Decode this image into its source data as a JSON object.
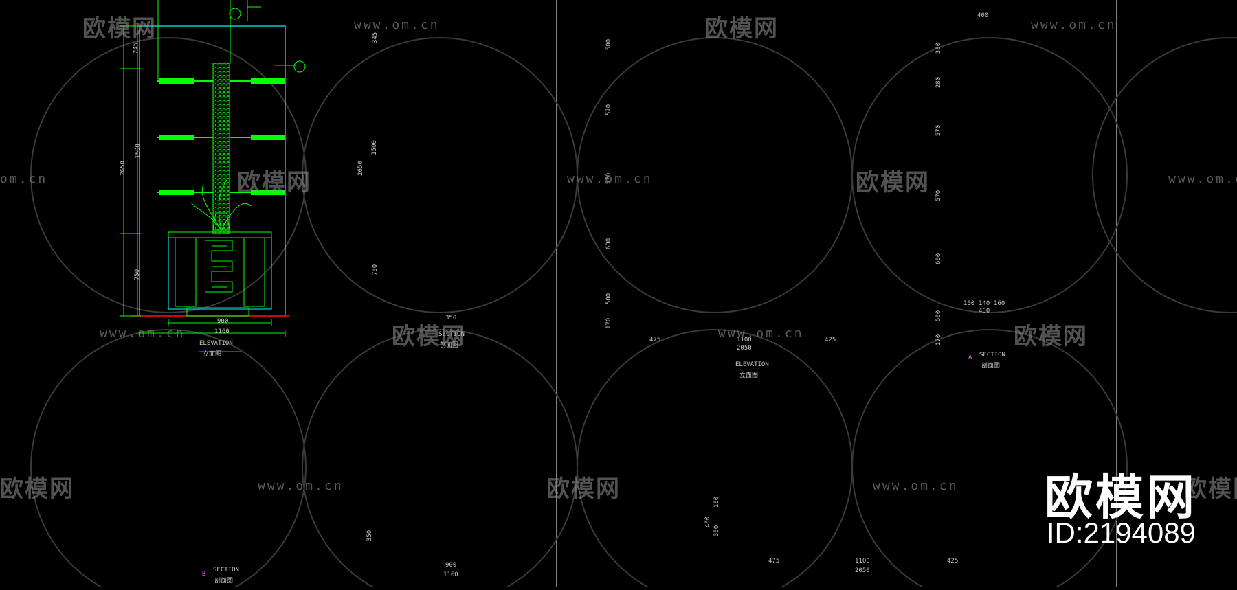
{
  "watermark": {
    "logo_text": "欧模网",
    "url_text": "www.om.cn",
    "logo_fragment": "欧模网",
    "url_fragment": "om.cn"
  },
  "brand": {
    "logo_text": "欧模网",
    "id_text": "ID:2194089"
  },
  "drawings": {
    "elev1": {
      "title": "ELEVATION",
      "subtitle": "立面图",
      "dims_h": [
        "900",
        "1160"
      ],
      "dims_v": [
        "2650",
        "1500",
        "750",
        "245"
      ]
    },
    "sec1": {
      "title": "SECTION",
      "subtitle": "剖面图",
      "dims_h": [
        "350"
      ],
      "dims_v": [
        "345",
        "1500",
        "750",
        "2650"
      ]
    },
    "elev2": {
      "title": "ELEVATION",
      "subtitle": "立面图",
      "dims_h": [
        "475",
        "1100",
        "425",
        "2050"
      ],
      "dims_v": [
        "500",
        "570",
        "570",
        "600",
        "500",
        "170"
      ]
    },
    "sec2": {
      "title": "SECTION",
      "subtitle": "剖面图",
      "marker": "A",
      "dims_h": [
        "400",
        "100",
        "140",
        "160",
        "400"
      ],
      "dims_v": [
        "300",
        "280",
        "570",
        "570",
        "600",
        "500",
        "170"
      ]
    },
    "sec3": {
      "title": "SECTION",
      "subtitle": "剖面图",
      "marker": "B"
    },
    "plan1": {
      "dims_h": [
        "900",
        "1160"
      ],
      "dims_v": [
        "350"
      ]
    },
    "plan2": {
      "dims_h": [
        "475",
        "1100",
        "425",
        "2050"
      ],
      "dims_v": [
        "100",
        "300",
        "400"
      ]
    }
  },
  "colors": {
    "background": "#000000",
    "outline": "#00ffff",
    "detail": "#00ff00",
    "dimension": "#00ff00",
    "wall": "#00ff00",
    "marker": "#ff00ff",
    "ground": "#ff0000",
    "text": "#ffffff"
  }
}
